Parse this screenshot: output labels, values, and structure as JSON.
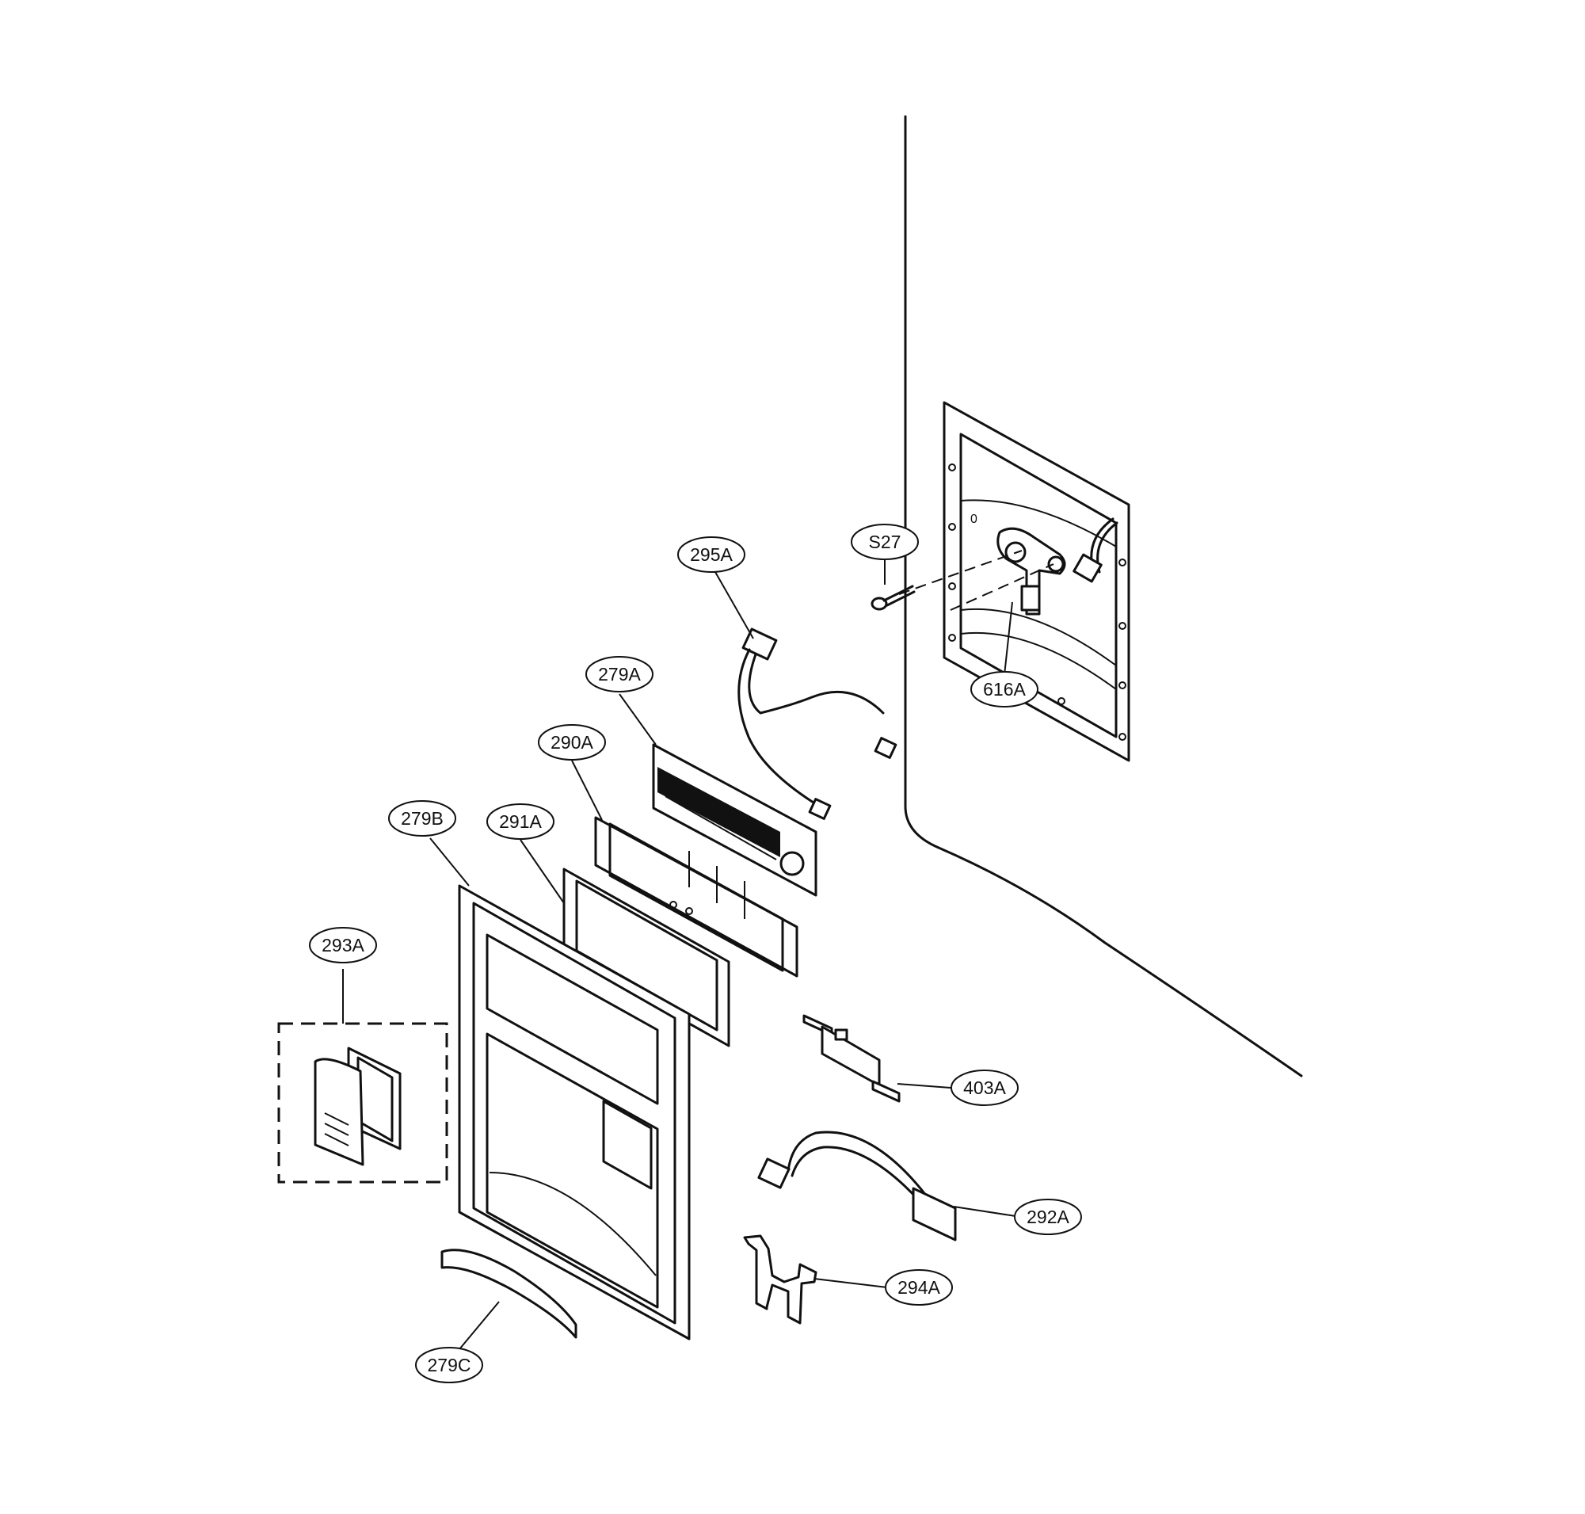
{
  "diagram": {
    "part_labels": {
      "l295A": "295A",
      "s27": "S27",
      "l279A": "279A",
      "l290A": "290A",
      "l279B": "279B",
      "l291A": "291A",
      "l616A": "616A",
      "l293A": "293A",
      "l403A": "403A",
      "l292A": "292A",
      "l294A": "294A",
      "l279C": "279C"
    }
  }
}
